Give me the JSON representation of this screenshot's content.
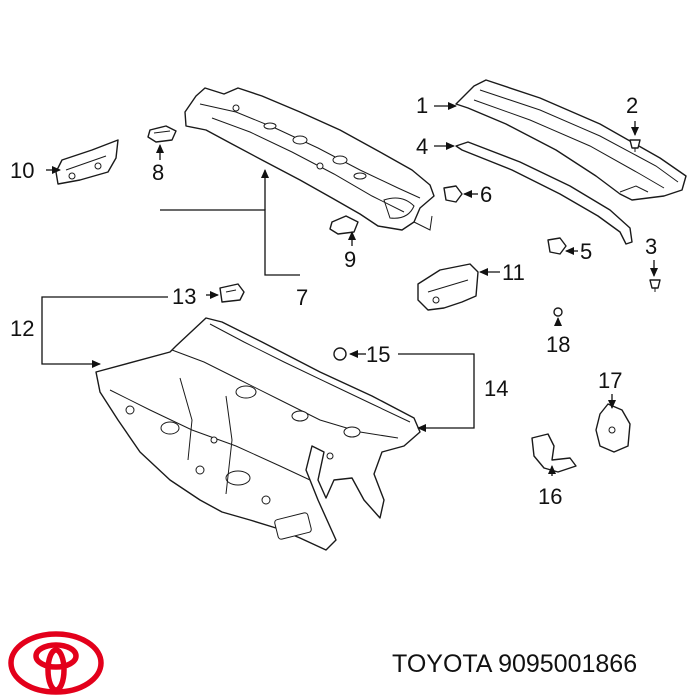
{
  "callouts": [
    {
      "id": "1",
      "text": "1"
    },
    {
      "id": "2",
      "text": "2"
    },
    {
      "id": "3",
      "text": "3"
    },
    {
      "id": "4",
      "text": "4"
    },
    {
      "id": "5",
      "text": "5"
    },
    {
      "id": "6",
      "text": "6"
    },
    {
      "id": "7",
      "text": "7"
    },
    {
      "id": "8",
      "text": "8"
    },
    {
      "id": "9",
      "text": "9"
    },
    {
      "id": "10",
      "text": "10"
    },
    {
      "id": "11",
      "text": "11"
    },
    {
      "id": "12",
      "text": "12"
    },
    {
      "id": "13",
      "text": "13"
    },
    {
      "id": "14",
      "text": "14"
    },
    {
      "id": "15",
      "text": "15"
    },
    {
      "id": "16",
      "text": "16"
    },
    {
      "id": "17",
      "text": "17"
    },
    {
      "id": "18",
      "text": "18"
    }
  ],
  "footer": {
    "brand": "TOYOTA",
    "part_number": "9095001866",
    "logo_icon": "toyota-logo-icon",
    "logo_color": "#e3001b"
  },
  "colors": {
    "line": "#1a1a1a",
    "background": "#ffffff"
  }
}
